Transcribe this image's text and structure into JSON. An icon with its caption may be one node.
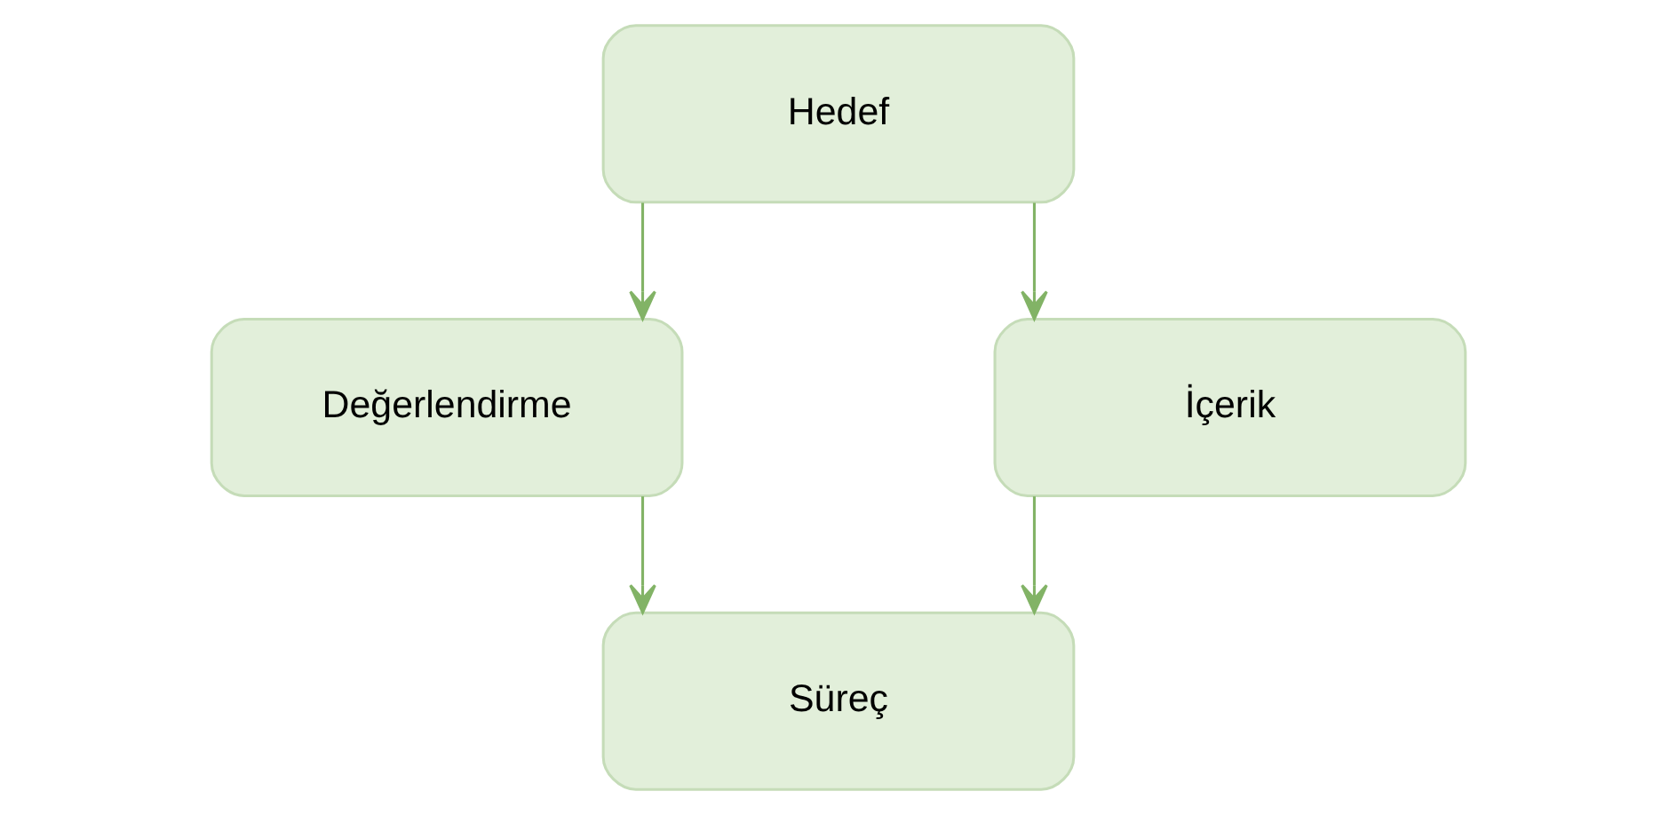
{
  "diagram": {
    "nodes": [
      {
        "text": [
          "Hedef"
        ]
      },
      {
        "text": [
          "Değerlendirme"
        ]
      },
      {
        "text": [
          "İçerik"
        ]
      },
      {
        "text": [
          "Süreç"
        ]
      }
    ],
    "edges": [
      {
        "from": 0,
        "to": 1,
        "arrow": "to"
      },
      {
        "from": 0,
        "to": 2,
        "arrow": "to"
      },
      {
        "from": 1,
        "to": 3,
        "arrow": "to"
      },
      {
        "from": 2,
        "to": 3,
        "arrow": "to"
      }
    ]
  }
}
